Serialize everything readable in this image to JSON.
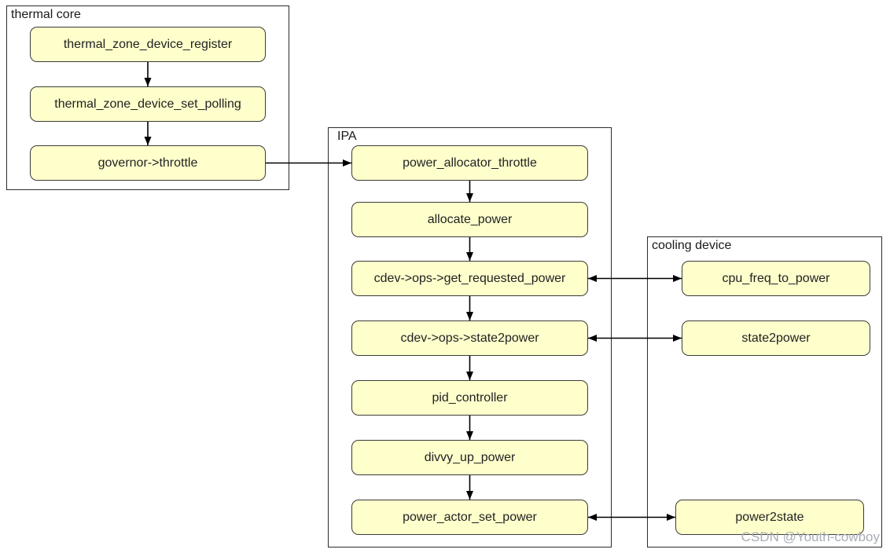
{
  "diagram": {
    "groups": [
      {
        "id": "thermal-core",
        "label": "thermal core",
        "nodes": [
          {
            "id": "n1",
            "label": "thermal_zone_device_register"
          },
          {
            "id": "n2",
            "label": "thermal_zone_device_set_polling"
          },
          {
            "id": "n3",
            "label": "governor->throttle"
          }
        ]
      },
      {
        "id": "ipa",
        "label": "IPA",
        "nodes": [
          {
            "id": "n4",
            "label": "power_allocator_throttle"
          },
          {
            "id": "n5",
            "label": "allocate_power"
          },
          {
            "id": "n6",
            "label": "cdev->ops->get_requested_power"
          },
          {
            "id": "n7",
            "label": "cdev->ops->state2power"
          },
          {
            "id": "n8",
            "label": "pid_controller"
          },
          {
            "id": "n9",
            "label": "divvy_up_power"
          },
          {
            "id": "n10",
            "label": "power_actor_set_power"
          }
        ]
      },
      {
        "id": "cooling-device",
        "label": "cooling device",
        "nodes": [
          {
            "id": "n11",
            "label": "cpu_freq_to_power"
          },
          {
            "id": "n12",
            "label": "state2power"
          },
          {
            "id": "n13",
            "label": "power2state"
          }
        ]
      }
    ],
    "edges": [
      {
        "from": "n1",
        "to": "n2",
        "dir": "down",
        "arrows": "end"
      },
      {
        "from": "n2",
        "to": "n3",
        "dir": "down",
        "arrows": "end"
      },
      {
        "from": "n3",
        "to": "n4",
        "dir": "right",
        "arrows": "end"
      },
      {
        "from": "n4",
        "to": "n5",
        "dir": "down",
        "arrows": "end"
      },
      {
        "from": "n5",
        "to": "n6",
        "dir": "down",
        "arrows": "end"
      },
      {
        "from": "n6",
        "to": "n7",
        "dir": "down",
        "arrows": "end"
      },
      {
        "from": "n7",
        "to": "n8",
        "dir": "down",
        "arrows": "end"
      },
      {
        "from": "n8",
        "to": "n9",
        "dir": "down",
        "arrows": "end"
      },
      {
        "from": "n9",
        "to": "n10",
        "dir": "down",
        "arrows": "end"
      },
      {
        "from": "n6",
        "to": "n11",
        "dir": "right",
        "arrows": "both"
      },
      {
        "from": "n7",
        "to": "n12",
        "dir": "right",
        "arrows": "both"
      },
      {
        "from": "n10",
        "to": "n13",
        "dir": "right",
        "arrows": "both"
      }
    ],
    "watermark": "CSDN @Youth-cowboy",
    "colors": {
      "node_fill": "#FFFFCC",
      "node_border": "#3B3B3B",
      "group_border": "#2B2B2B",
      "arrow": "#000000",
      "watermark": "#A8ADB5",
      "background": "#FFFFFF"
    }
  }
}
